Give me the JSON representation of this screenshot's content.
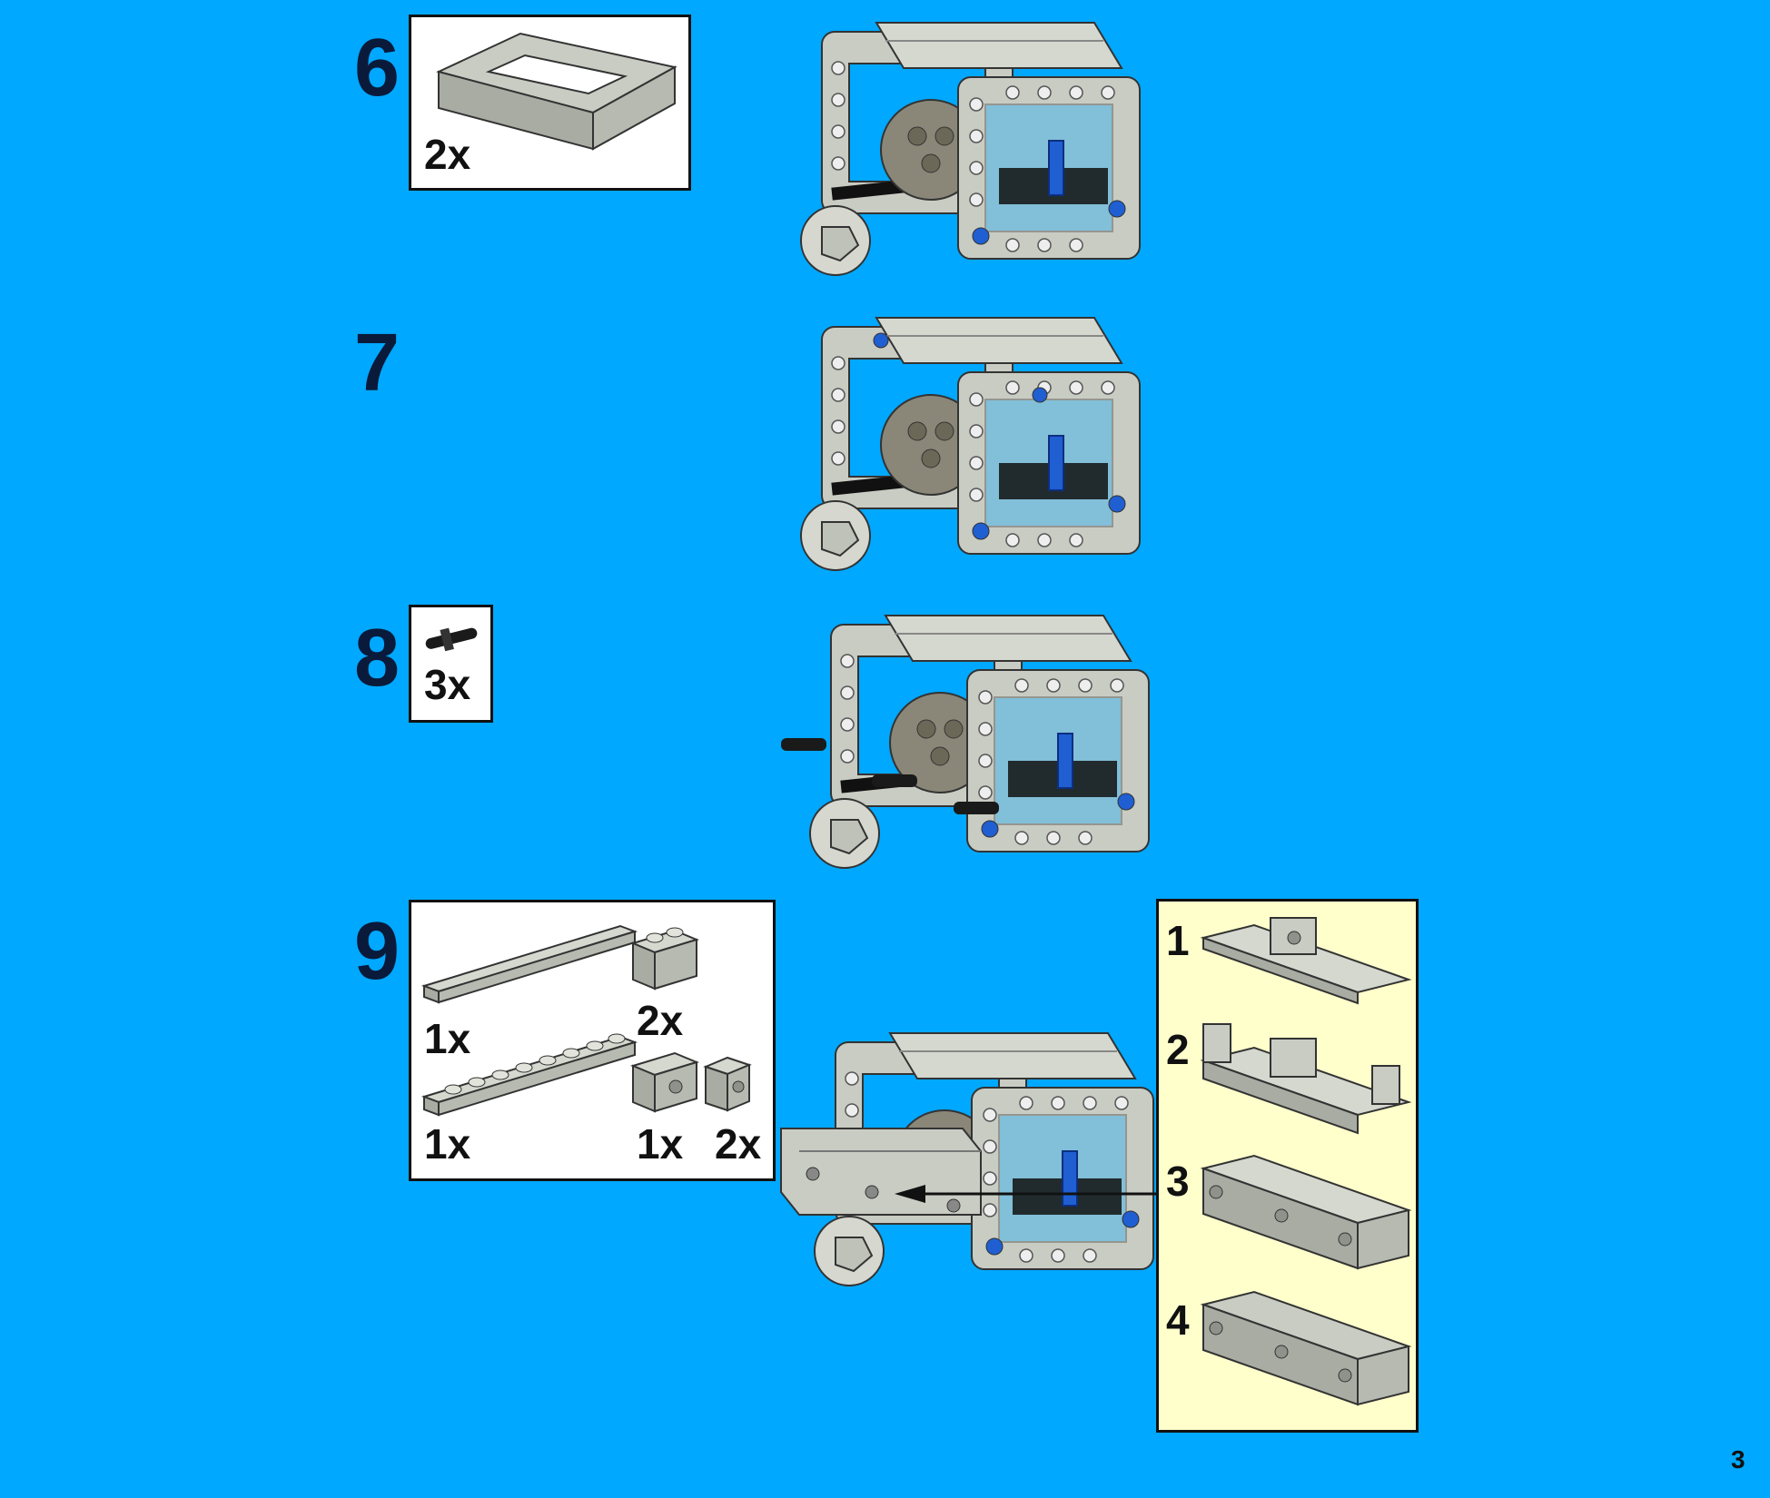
{
  "page_number": "3",
  "steps": [
    {
      "number": "6",
      "parts": [
        {
          "qty": "2x",
          "part": "frame-5x7-icon"
        }
      ]
    },
    {
      "number": "7",
      "parts": []
    },
    {
      "number": "8",
      "parts": [
        {
          "qty": "3x",
          "part": "black-friction-pin-icon"
        }
      ]
    },
    {
      "number": "9",
      "parts": [
        {
          "qty": "1x",
          "part": "tile-1x8-icon"
        },
        {
          "qty": "2x",
          "part": "brick-1x2-icon"
        },
        {
          "qty": "1x",
          "part": "plate-1x8-icon"
        },
        {
          "qty": "1x",
          "part": "technic-brick-1x2-icon"
        },
        {
          "qty": "2x",
          "part": "technic-brick-1x1-icon"
        }
      ],
      "subassembly_steps": [
        "1",
        "2",
        "3",
        "4"
      ]
    }
  ],
  "colors": {
    "background": "#00a8ff",
    "subassembly_bg": "#ffffcc",
    "part_gray": "#c8ccc4",
    "axle_blue": "#1f5fd1"
  }
}
